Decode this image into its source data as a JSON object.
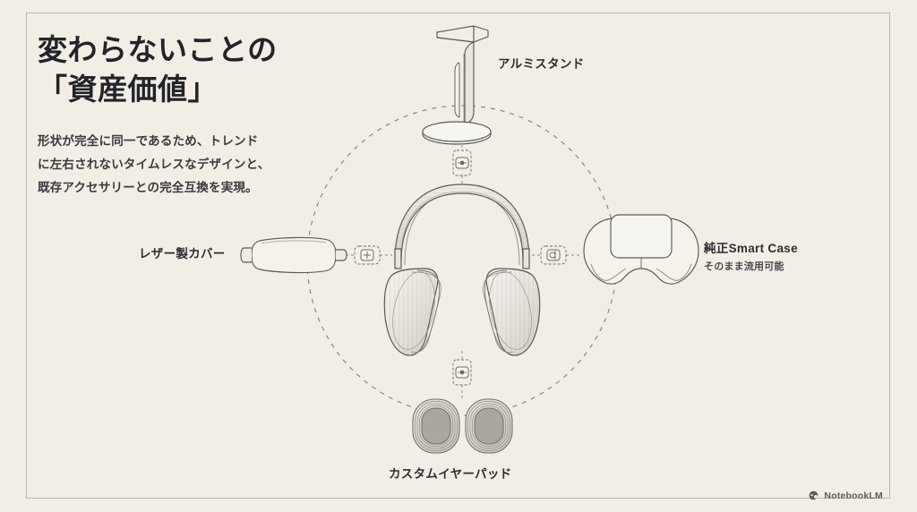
{
  "slide": {
    "background_color": "#F2EEE5",
    "frame_color": "#B9B4A8",
    "ink_color": "#2D2D33"
  },
  "text_block": {
    "title": "変わらないことの\n「資産価値」",
    "subtitle": "形状が完全に同一であるため、トレンド\nに左右されないタイムレスなデザインと、\n既存アクセサリーとの完全互換を実現。"
  },
  "diagram": {
    "center_product": "airpods-max-headphones",
    "orbit_style": "dashed-circle",
    "labels": [
      {
        "id": "stand",
        "title": "アルミスタンド",
        "subtitle": ""
      },
      {
        "id": "cover",
        "title": "レザー製カバー",
        "subtitle": ""
      },
      {
        "id": "case",
        "title": "純正Smart Case",
        "subtitle": "そのまま流用可能"
      },
      {
        "id": "earpad",
        "title": "カスタムイヤーパッド",
        "subtitle": ""
      }
    ],
    "connectors": [
      {
        "id": "connector-top",
        "icon": "link-node-icon"
      },
      {
        "id": "connector-left",
        "icon": "link-node-icon"
      },
      {
        "id": "connector-right",
        "icon": "link-node-icon"
      },
      {
        "id": "connector-bottom",
        "icon": "link-node-icon"
      }
    ]
  },
  "footer": {
    "watermark": "NotebookLM"
  }
}
